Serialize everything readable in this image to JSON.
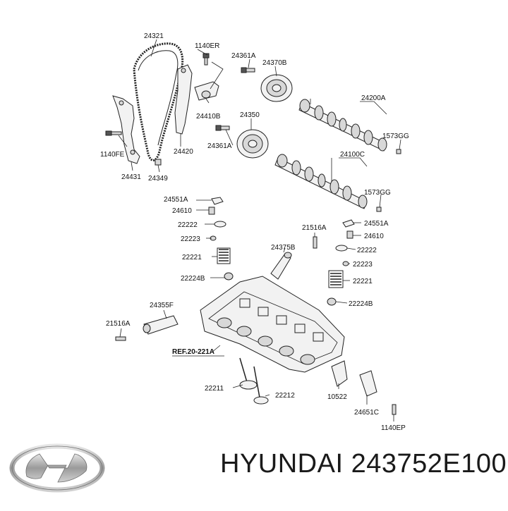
{
  "caption": {
    "brand": "HYUNDAI",
    "part_number": "243752E100"
  },
  "callouts": {
    "c24321": "24321",
    "c1140ER": "1140ER",
    "c24361A_top": "24361A",
    "c24370B": "24370B",
    "c24200A": "24200A",
    "c24410B": "24410B",
    "c24350": "24350",
    "c1573GG_top": "1573GG",
    "c24361A_mid": "24361A",
    "c1140FE": "1140FE",
    "c24420": "24420",
    "c24100C": "24100C",
    "c24431": "24431",
    "c24349": "24349",
    "c1573GG_mid": "1573GG",
    "c24551A_left": "24551A",
    "c24610_left": "24610",
    "c22222_left": "22222",
    "c22223_left": "22223",
    "c22221_left": "22221",
    "c22224B_left": "22224B",
    "c21516A_top": "21516A",
    "c24551A_right": "24551A",
    "c24610_right": "24610",
    "c24375B": "24375B",
    "c22222_right": "22222",
    "c22223_right": "22223",
    "c22221_right": "22221",
    "c22224B_right": "22224B",
    "c24355F": "24355F",
    "c21516A_left": "21516A",
    "ref": "REF.20-221A",
    "c22211": "22211",
    "c22212": "22212",
    "c10522": "10522",
    "c24651C": "24651C",
    "c1140EP": "1140EP"
  }
}
